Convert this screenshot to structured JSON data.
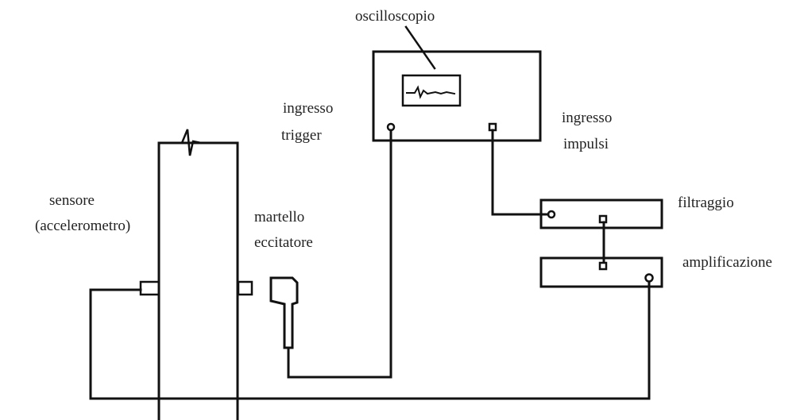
{
  "labels": {
    "oscilloscope": "oscilloscopio",
    "trigger_input_line1": "ingresso",
    "trigger_input_line2": "trigger",
    "pulse_input_line1": "ingresso",
    "pulse_input_line2": "impulsi",
    "sensor_line1": "sensore",
    "sensor_line2": "(accelerometro)",
    "hammer_line1": "martello",
    "hammer_line2": "eccitatore",
    "filtering": "filtraggio",
    "amplification": "amplificazione"
  },
  "colors": {
    "line": "#111111",
    "text": "#222222",
    "background": "#ffffff"
  }
}
